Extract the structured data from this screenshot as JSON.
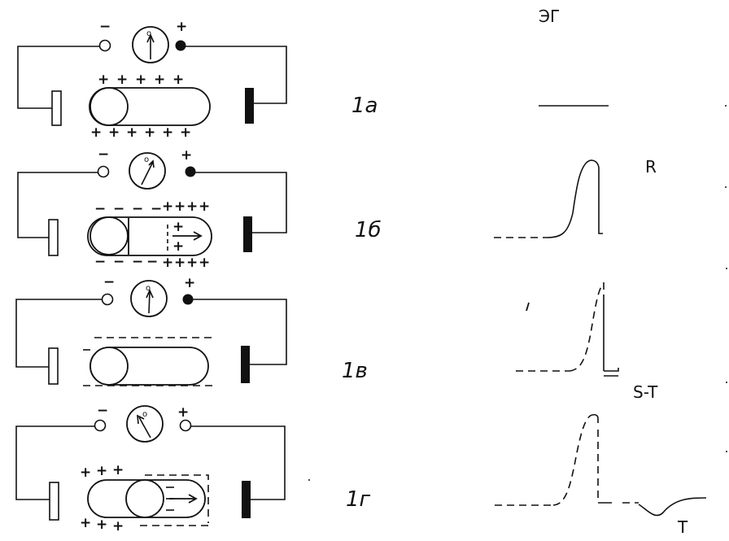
{
  "header": {
    "ecg_title": "ЭГ"
  },
  "rows": [
    {
      "label": "1а",
      "left_sign": "−",
      "right_sign": "+",
      "dial_label": "о"
    },
    {
      "label": "1б",
      "left_sign": "−",
      "right_sign": "+",
      "dial_label": "о"
    },
    {
      "label": "1в",
      "left_sign": "−",
      "right_sign": "+",
      "dial_label": "о"
    },
    {
      "label": "1г",
      "left_sign": "−",
      "right_sign": "+",
      "dial_label": "о"
    }
  ],
  "ecg": {
    "r_label": "R",
    "st_label": "S-T",
    "t_label": "T"
  },
  "charges": {
    "plus": "+",
    "minus": "−"
  },
  "colors": {
    "ink": "#111111",
    "paper": "#ffffff"
  }
}
